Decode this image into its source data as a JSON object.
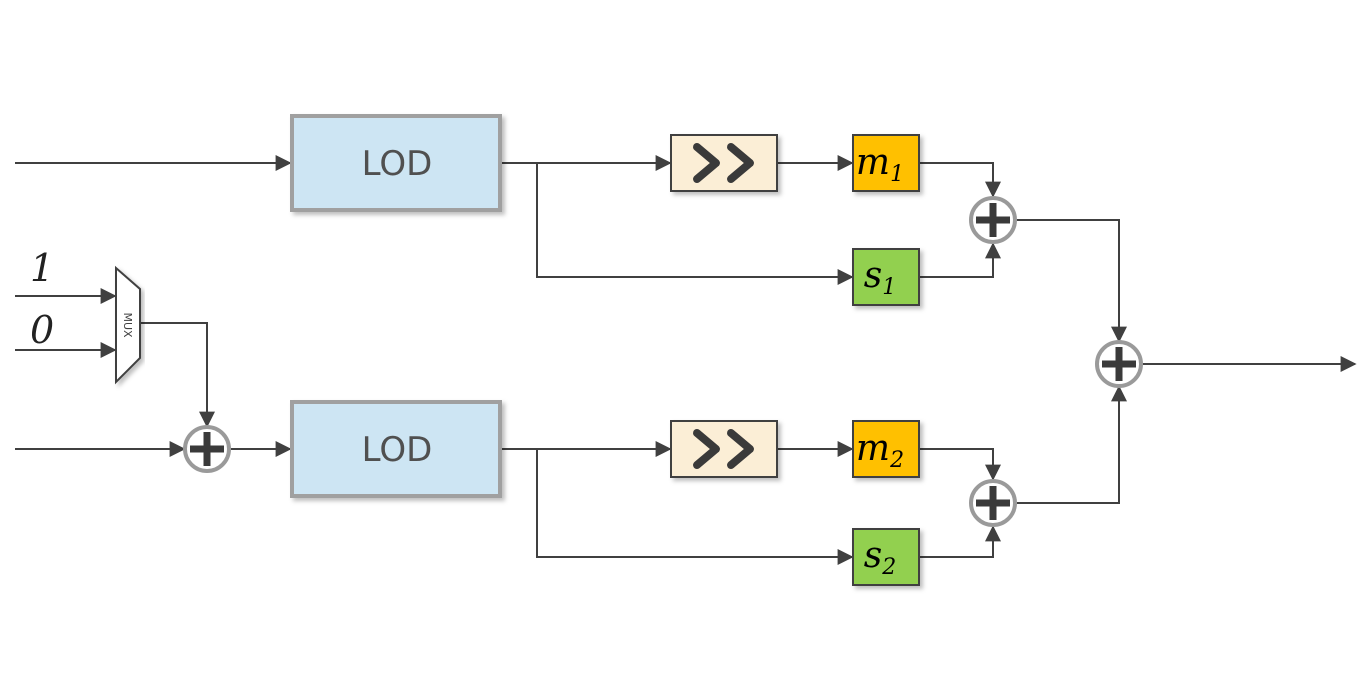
{
  "blocks": {
    "lod_top": {
      "label": "LOD"
    },
    "lod_bottom": {
      "label": "LOD"
    },
    "mux": {
      "label": "MUX"
    }
  },
  "inputs": {
    "one": "1",
    "zero": "0"
  },
  "registers": {
    "m1": {
      "var": "m",
      "sub": "1"
    },
    "s1": {
      "var": "s",
      "sub": "1"
    },
    "m2": {
      "var": "m",
      "sub": "2"
    },
    "s2": {
      "var": "s",
      "sub": "2"
    }
  },
  "colors": {
    "lod_fill": "#cde5f3",
    "shift_fill": "#fbeed6",
    "m_fill": "#ffc000",
    "s_fill": "#92d050",
    "wire": "#404040"
  },
  "icons": {
    "shift": "double-chevron-right-icon",
    "adder": "plus-circle-icon"
  }
}
